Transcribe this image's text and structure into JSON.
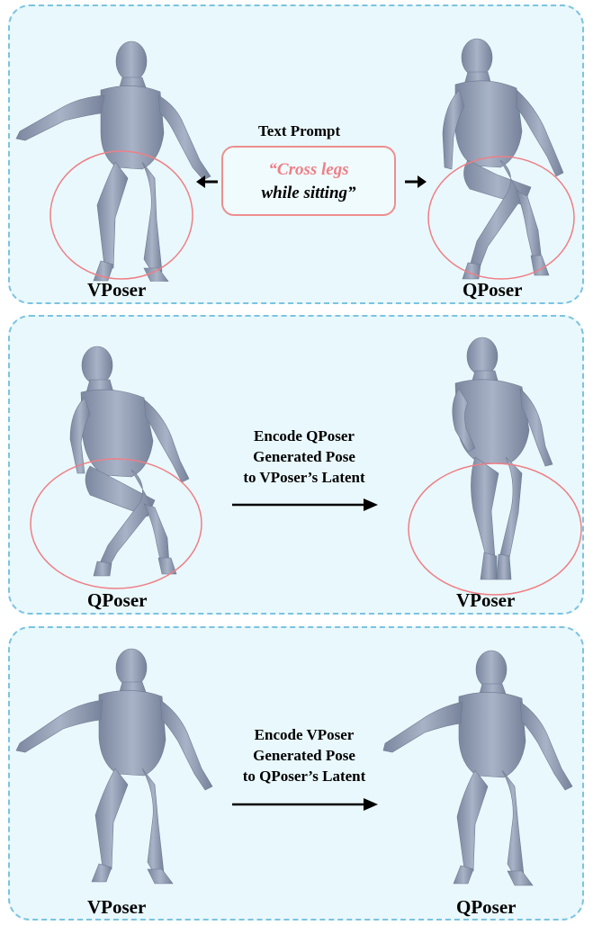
{
  "panel1": {
    "prompt_title": "Text Prompt",
    "prompt_quote_open": "“",
    "prompt_line1": "Cross legs",
    "prompt_line2": "while sitting”",
    "left_label": "VPoser",
    "right_label": "QPoser"
  },
  "panel2": {
    "left_label": "QPoser",
    "right_label": "VPoser",
    "caption_line1": "Encode QPoser",
    "caption_line2": "Generated Pose",
    "caption_line3": "to VPoser’s Latent"
  },
  "panel3": {
    "left_label": "VPoser",
    "right_label": "QPoser",
    "caption_line1": "Encode VPoser",
    "caption_line2": "Generated Pose",
    "caption_line3": "to QPoser’s Latent"
  },
  "colors": {
    "panel_border": "#7cc3e0",
    "panel_fill": "#e9f8fc",
    "highlight_ellipse": "#ee7f86",
    "body_mesh": "#8f9bb3"
  }
}
